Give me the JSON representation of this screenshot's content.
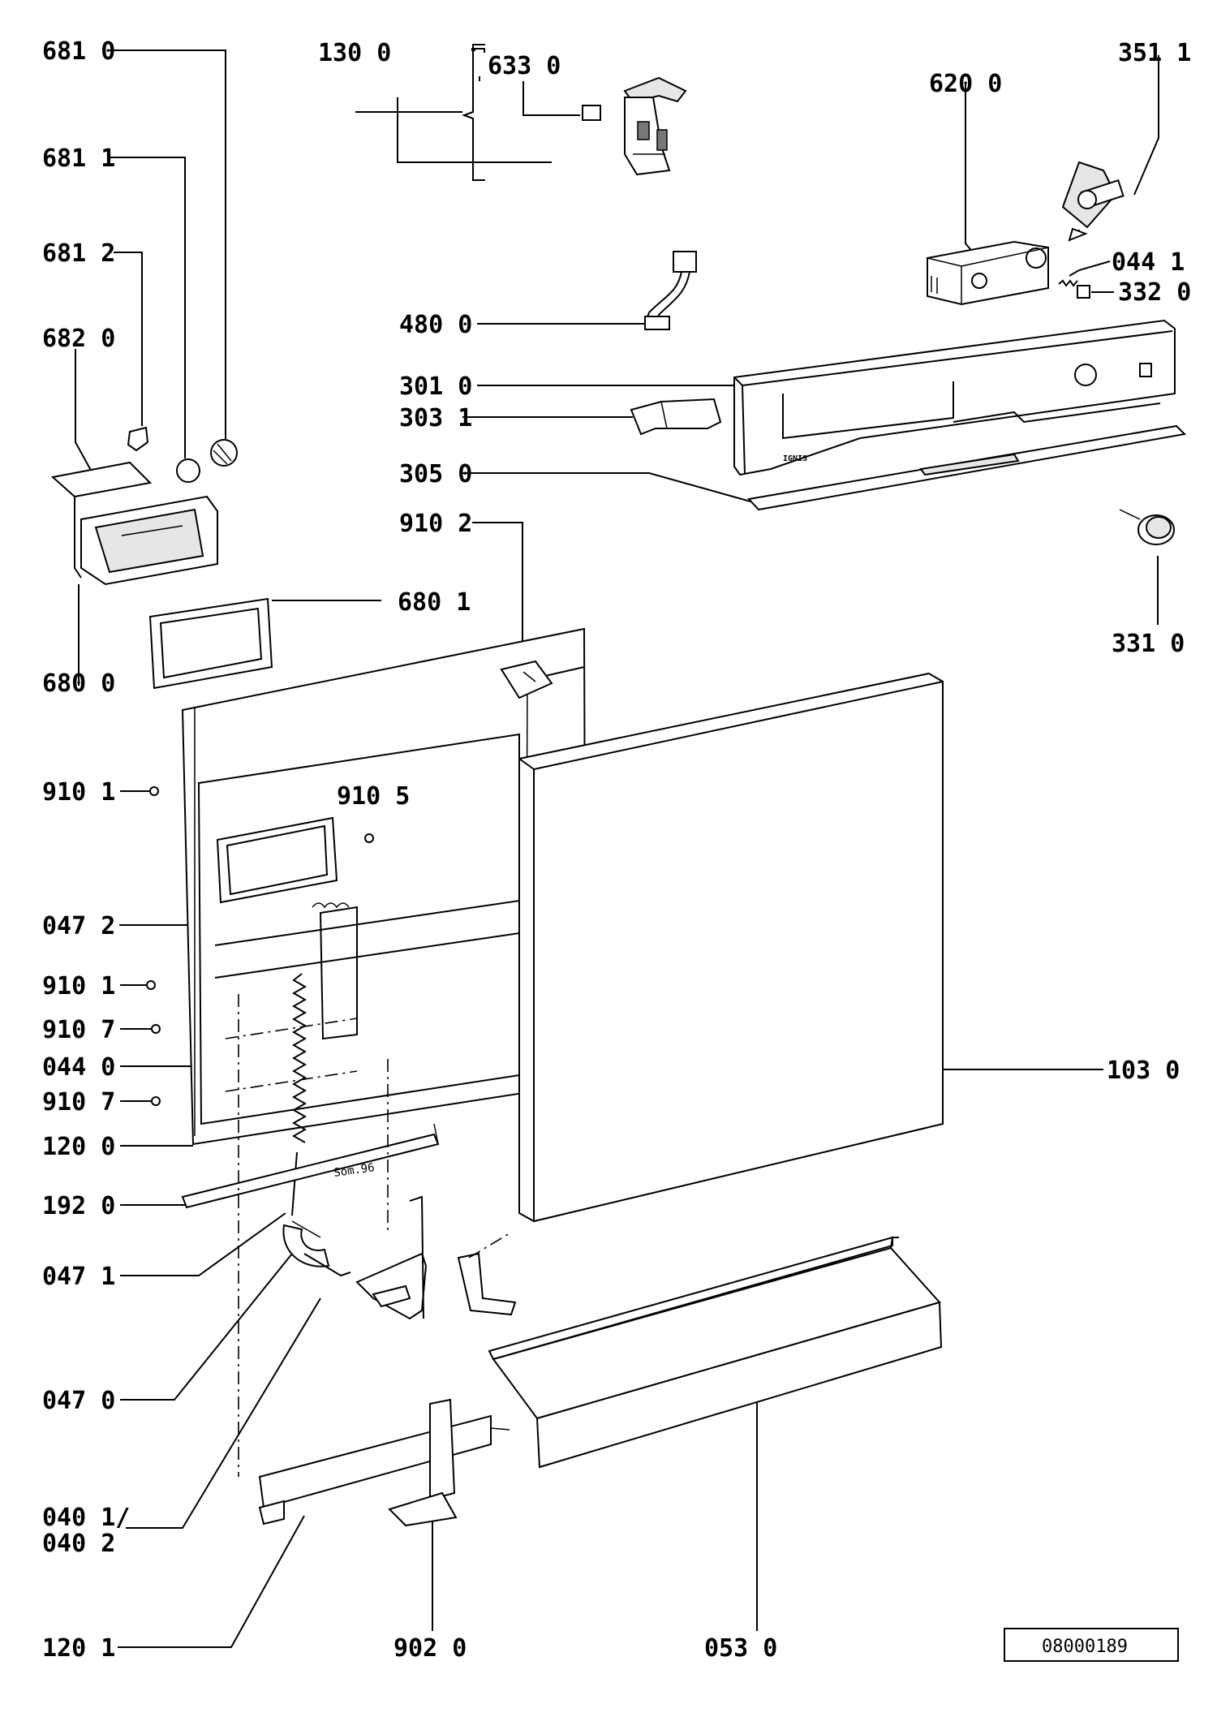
{
  "drawing_number": "08000189",
  "part_labels": {
    "p6810": "681  0",
    "p6811": "681  1",
    "p6812": "681  2",
    "p6820": "682  0",
    "p6800": "680  0",
    "p6801": "680  1",
    "p1300": "130  0",
    "p6330": "633  0",
    "p4800": "480  0",
    "p3010": "301  0",
    "p3031": "303  1",
    "p3050": "305  0",
    "p9102": "910  2",
    "p6200": "620  0",
    "p3511": "351  1",
    "p0441": "044  1",
    "p3320": "332  0",
    "p3310": "331  0",
    "p9101a": "910  1",
    "p9105": "910  5",
    "p0472": "047  2",
    "p9101b": "910  1",
    "p9107a": "910  7",
    "p0440": "044  0",
    "p9107b": "910  7",
    "p1200": "120  0",
    "p1920": "192  0",
    "p0471": "047  1",
    "p0470": "047  0",
    "p0401": "040  1/",
    "p0402": "040  2",
    "p1201": "120  1",
    "p9020": "902  0",
    "p0530": "053  0",
    "p1030": "103  0"
  },
  "stamp_text": "Som.96",
  "logo_text": "IGNIS"
}
